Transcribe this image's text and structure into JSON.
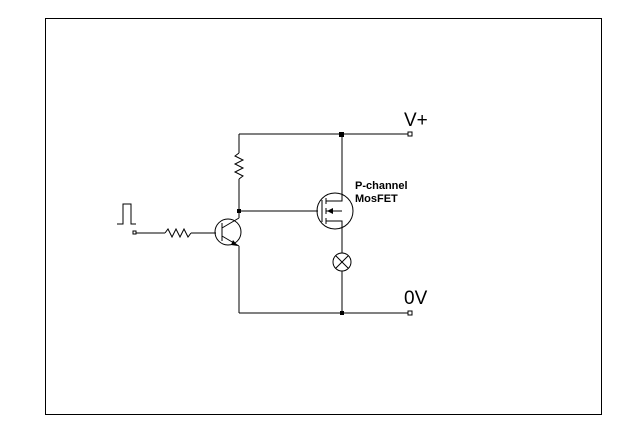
{
  "labels": {
    "supply_positive": "V+",
    "ground": "0V",
    "mosfet_line1": "P-channel",
    "mosfet_line2": "MosFET"
  },
  "components": {
    "input_signal": "square-pulse",
    "base_resistor": "resistor",
    "pullup_resistor": "resistor",
    "transistor": "npn-bjt",
    "mosfet": "p-channel-mosfet",
    "load": "lamp"
  }
}
